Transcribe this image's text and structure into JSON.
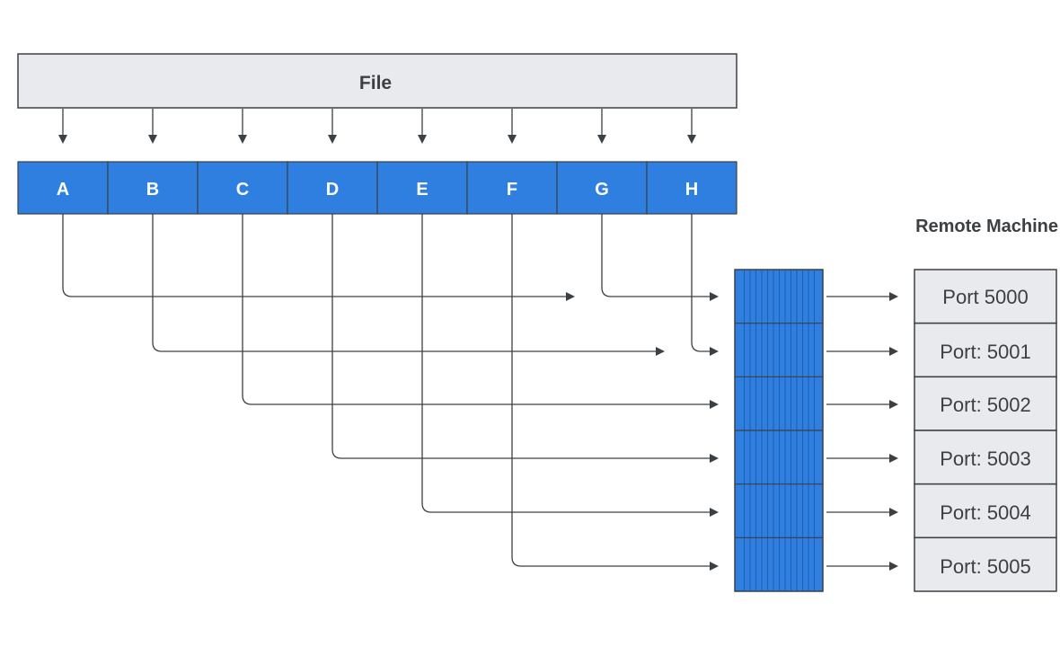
{
  "file": {
    "label": "File"
  },
  "chunks": [
    {
      "id": "a",
      "label": "A"
    },
    {
      "id": "b",
      "label": "B"
    },
    {
      "id": "c",
      "label": "C"
    },
    {
      "id": "d",
      "label": "D"
    },
    {
      "id": "e",
      "label": "E"
    },
    {
      "id": "f",
      "label": "F"
    },
    {
      "id": "g",
      "label": "G"
    },
    {
      "id": "h",
      "label": "H"
    }
  ],
  "remote": {
    "title": "Remote Machine",
    "ports": [
      {
        "label": "Port 5000"
      },
      {
        "label": "Port: 5001"
      },
      {
        "label": "Port: 5002"
      },
      {
        "label": "Port: 5003"
      },
      {
        "label": "Port: 5004"
      },
      {
        "label": "Port: 5005"
      }
    ]
  },
  "connections": [
    {
      "from": "A",
      "to_port": "Port 5000"
    },
    {
      "from": "G",
      "to_port": "Port 5000"
    },
    {
      "from": "B",
      "to_port": "Port: 5001"
    },
    {
      "from": "H",
      "to_port": "Port: 5001"
    },
    {
      "from": "C",
      "to_port": "Port: 5002"
    },
    {
      "from": "D",
      "to_port": "Port: 5003"
    },
    {
      "from": "E",
      "to_port": "Port: 5004"
    },
    {
      "from": "F",
      "to_port": "Port: 5005"
    }
  ],
  "colors": {
    "chunk": "#2f7fe0",
    "box": "#e8eaed",
    "line": "#3c4043"
  }
}
